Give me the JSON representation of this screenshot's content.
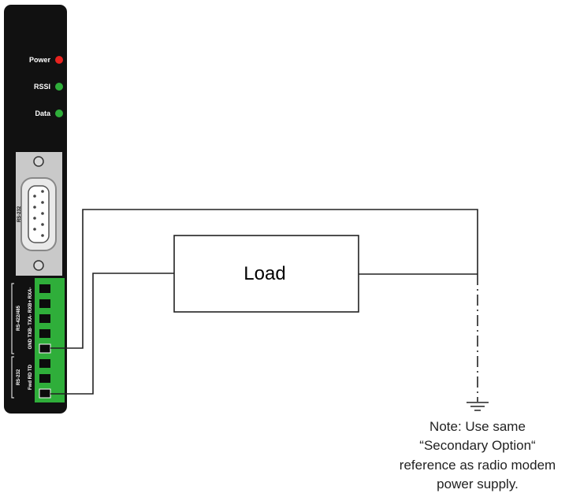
{
  "device": {
    "leds": [
      {
        "label": "Power",
        "color": "#e8231f"
      },
      {
        "label": "RSSI",
        "color": "#2fae3a"
      },
      {
        "label": "Data",
        "color": "#2fae3a"
      }
    ],
    "port_label": "RS-232",
    "terminal_labels": {
      "rs422": "RS-422/485",
      "rs232": "RS-232",
      "rs422_pins": "GND TXB- TXA- RXB+ RXA-",
      "rs232_pins": "Fwd RD TD"
    },
    "colors": {
      "body": "#111111",
      "port_panel": "#c9c9c9",
      "terminal": "#2fae3a"
    }
  },
  "load": {
    "label": "Load"
  },
  "note": {
    "lines": [
      "Note:  Use same",
      "“Secondary Option“",
      "reference as radio modem",
      "power supply."
    ]
  }
}
